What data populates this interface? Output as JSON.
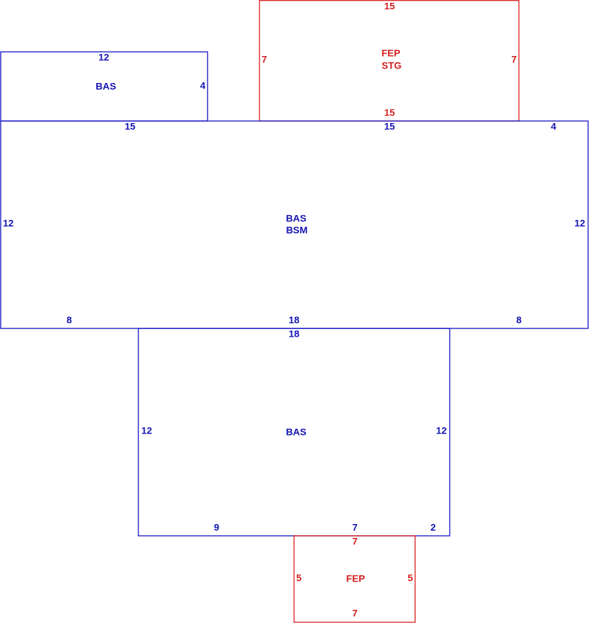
{
  "colors": {
    "living_area": "#1414b4",
    "porch_area": "#d21e1e"
  },
  "areas": {
    "bas_small": {
      "label": "BAS",
      "dims": {
        "top": "12",
        "right": "4"
      }
    },
    "fep_stg": {
      "label_line1": "FEP",
      "label_line2": "STG",
      "dims": {
        "top": "15",
        "bottom": "15",
        "left": "7",
        "right": "7"
      }
    },
    "bas_bsm": {
      "label_line1": "BAS",
      "label_line2": "BSM",
      "dims": {
        "top_left": "15",
        "top_mid": "15",
        "top_right": "4",
        "left": "12",
        "right": "12",
        "bottom_left": "8",
        "bottom_mid": "18",
        "bottom_right": "8"
      }
    },
    "bas_lower": {
      "label": "BAS",
      "dims": {
        "top": "18",
        "left": "12",
        "right": "12",
        "bottom_left": "9",
        "bottom_mid": "7",
        "bottom_right": "2"
      }
    },
    "fep_small": {
      "label": "FEP",
      "dims": {
        "top": "7",
        "bottom": "7",
        "left": "5",
        "right": "5"
      }
    }
  }
}
